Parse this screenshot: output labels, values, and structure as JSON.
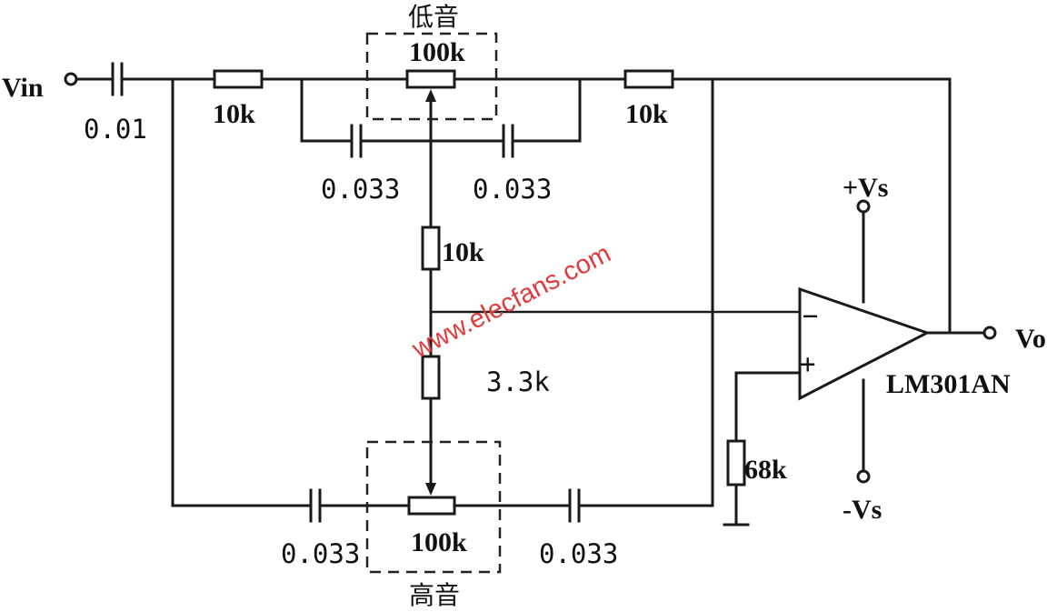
{
  "labels": {
    "vin": "Vin",
    "c_in": "0.01",
    "r_left_top": "10k",
    "bass_title": "低音",
    "bass_pot": "100k",
    "r_right_top": "10k",
    "c_bass_left": "0.033",
    "c_bass_right": "0.033",
    "r_mid": "10k",
    "r_33": "3.3k",
    "watermark": "www.elecfans.com",
    "vs_pos": "+Vs",
    "vs_neg": "-Vs",
    "vo": "Vo",
    "opamp": "LM301AN",
    "r_68": "68k",
    "c_treble_left": "0.033",
    "treble_pot": "100k",
    "c_treble_right": "0.033",
    "treble_title": "高音",
    "minus": "−",
    "plus": "+"
  }
}
